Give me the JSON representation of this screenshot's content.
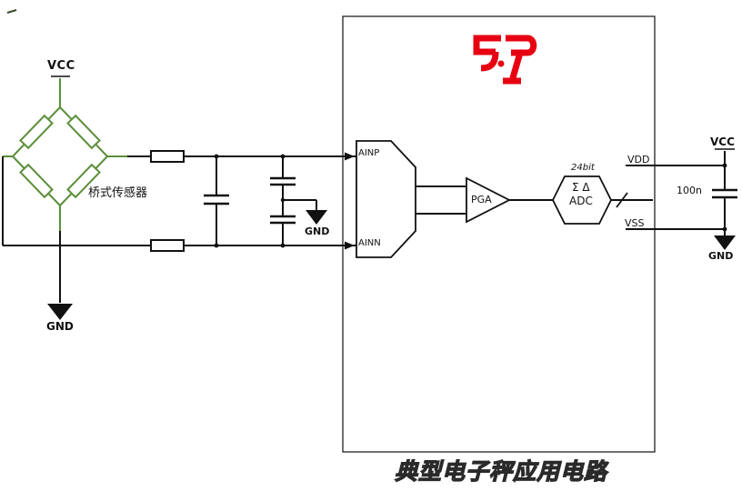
{
  "colors": {
    "bridge_green": "#5c8f3b",
    "logo_red": "#e60012",
    "wire_black": "#111111"
  },
  "bridge_sensor": {
    "vcc_label": "VCC",
    "name_label": "桥式传感器",
    "gnd_label": "GND"
  },
  "input_filter": {
    "gnd_label": "GND"
  },
  "chip": {
    "pin_ainp": "AINP",
    "pin_ainn": "AINN",
    "pin_vdd": "VDD",
    "pin_vss": "VSS",
    "pga_label": "PGA",
    "adc_line1": "Σ Δ",
    "adc_line2": "ADC",
    "adc_resolution": "24bit",
    "logo_icon": "red-brand-logo"
  },
  "power": {
    "vcc_label": "VCC",
    "decoupling_cap_value": "100n",
    "gnd_label": "GND"
  },
  "figure": {
    "caption": "典型电子秤应用电路"
  }
}
